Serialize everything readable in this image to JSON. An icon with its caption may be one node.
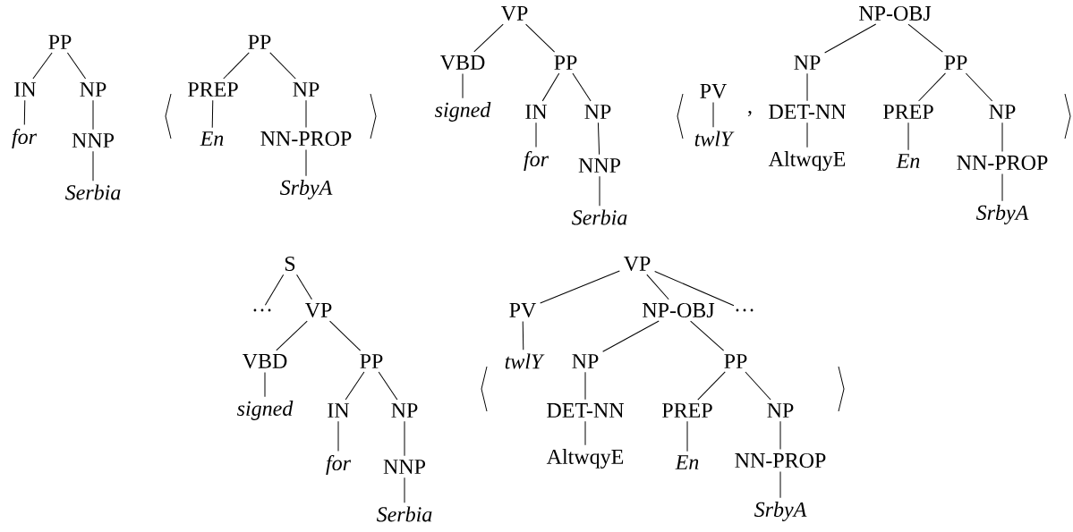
{
  "diagram": {
    "nodes": [
      {
        "text": [
          "PP"
        ]
      },
      {
        "text": [
          "IN"
        ]
      },
      {
        "text": [
          "NP"
        ]
      },
      {
        "text": [
          "for"
        ]
      },
      {
        "text": [
          "NNP"
        ]
      },
      {
        "text": [
          "Serbia"
        ]
      },
      {
        "text": [
          "PP"
        ]
      },
      {
        "text": [
          "PREP"
        ]
      },
      {
        "text": [
          "NP"
        ]
      },
      {
        "text": [
          "En"
        ]
      },
      {
        "text": [
          "NN-PROP"
        ]
      },
      {
        "text": [
          "SrbyA"
        ]
      },
      {
        "text": [
          "VP"
        ]
      },
      {
        "text": [
          "VBD"
        ]
      },
      {
        "text": [
          "PP"
        ]
      },
      {
        "text": [
          "signed"
        ]
      },
      {
        "text": [
          "IN"
        ]
      },
      {
        "text": [
          "NP"
        ]
      },
      {
        "text": [
          "for"
        ]
      },
      {
        "text": [
          "NNP"
        ]
      },
      {
        "text": [
          "Serbia"
        ]
      },
      {
        "text": [
          "PV"
        ]
      },
      {
        "text": [
          "twlY"
        ]
      },
      {
        "text": [
          "NP-OBJ"
        ]
      },
      {
        "text": [
          "NP"
        ]
      },
      {
        "text": [
          "PP"
        ]
      },
      {
        "text": [
          "DET-NN"
        ]
      },
      {
        "text": [
          "AltwqyE"
        ]
      },
      {
        "text": [
          "PREP"
        ]
      },
      {
        "text": [
          "En"
        ]
      },
      {
        "text": [
          "NP"
        ]
      },
      {
        "text": [
          "NN-PROP"
        ]
      },
      {
        "text": [
          "SrbyA"
        ]
      },
      {
        "text": [
          "S"
        ]
      },
      {
        "text": [
          "…"
        ]
      },
      {
        "text": [
          "VP"
        ]
      },
      {
        "text": [
          "VBD"
        ]
      },
      {
        "text": [
          "PP"
        ]
      },
      {
        "text": [
          "signed"
        ]
      },
      {
        "text": [
          "IN"
        ]
      },
      {
        "text": [
          "NP"
        ]
      },
      {
        "text": [
          "for"
        ]
      },
      {
        "text": [
          "NNP"
        ]
      },
      {
        "text": [
          "Serbia"
        ]
      },
      {
        "text": [
          "VP"
        ]
      },
      {
        "text": [
          "PV"
        ]
      },
      {
        "text": [
          "NP-OBJ"
        ]
      },
      {
        "text": [
          "…"
        ]
      },
      {
        "text": [
          "twlY"
        ]
      },
      {
        "text": [
          "NP"
        ]
      },
      {
        "text": [
          "PP"
        ]
      },
      {
        "text": [
          "DET-NN"
        ]
      },
      {
        "text": [
          "PREP"
        ]
      },
      {
        "text": [
          "NP"
        ]
      },
      {
        "text": [
          "AltwqyE"
        ]
      },
      {
        "text": [
          "En"
        ]
      },
      {
        "text": [
          "NN-PROP"
        ]
      },
      {
        "text": [
          "SrbyA"
        ]
      }
    ],
    "edges": [
      {
        "from": 0,
        "to": 1,
        "arrow": "none"
      },
      {
        "from": 0,
        "to": 2,
        "arrow": "none"
      },
      {
        "from": 1,
        "to": 3,
        "arrow": "none"
      },
      {
        "from": 2,
        "to": 4,
        "arrow": "none"
      },
      {
        "from": 4,
        "to": 5,
        "arrow": "none"
      },
      {
        "from": 6,
        "to": 7,
        "arrow": "none"
      },
      {
        "from": 6,
        "to": 8,
        "arrow": "none"
      },
      {
        "from": 7,
        "to": 9,
        "arrow": "none"
      },
      {
        "from": 8,
        "to": 10,
        "arrow": "none"
      },
      {
        "from": 10,
        "to": 11,
        "arrow": "none"
      },
      {
        "from": 12,
        "to": 13,
        "arrow": "none"
      },
      {
        "from": 12,
        "to": 14,
        "arrow": "none"
      },
      {
        "from": 13,
        "to": 15,
        "arrow": "none"
      },
      {
        "from": 14,
        "to": 16,
        "arrow": "none"
      },
      {
        "from": 14,
        "to": 17,
        "arrow": "none"
      },
      {
        "from": 16,
        "to": 18,
        "arrow": "none"
      },
      {
        "from": 17,
        "to": 19,
        "arrow": "none"
      },
      {
        "from": 19,
        "to": 20,
        "arrow": "none"
      },
      {
        "from": 21,
        "to": 22,
        "arrow": "none"
      },
      {
        "from": 23,
        "to": 24,
        "arrow": "none"
      },
      {
        "from": 23,
        "to": 25,
        "arrow": "none"
      },
      {
        "from": 24,
        "to": 26,
        "arrow": "none"
      },
      {
        "from": 26,
        "to": 27,
        "arrow": "none"
      },
      {
        "from": 25,
        "to": 28,
        "arrow": "none"
      },
      {
        "from": 25,
        "to": 30,
        "arrow": "none"
      },
      {
        "from": 28,
        "to": 29,
        "arrow": "none"
      },
      {
        "from": 30,
        "to": 31,
        "arrow": "none"
      },
      {
        "from": 31,
        "to": 32,
        "arrow": "none"
      },
      {
        "from": 33,
        "to": 34,
        "arrow": "none"
      },
      {
        "from": 33,
        "to": 35,
        "arrow": "none"
      },
      {
        "from": 35,
        "to": 36,
        "arrow": "none"
      },
      {
        "from": 35,
        "to": 37,
        "arrow": "none"
      },
      {
        "from": 36,
        "to": 38,
        "arrow": "none"
      },
      {
        "from": 37,
        "to": 39,
        "arrow": "none"
      },
      {
        "from": 37,
        "to": 40,
        "arrow": "none"
      },
      {
        "from": 39,
        "to": 41,
        "arrow": "none"
      },
      {
        "from": 40,
        "to": 42,
        "arrow": "none"
      },
      {
        "from": 42,
        "to": 43,
        "arrow": "none"
      },
      {
        "from": 44,
        "to": 45,
        "arrow": "none"
      },
      {
        "from": 44,
        "to": 46,
        "arrow": "none"
      },
      {
        "from": 44,
        "to": 47,
        "arrow": "none"
      },
      {
        "from": 45,
        "to": 48,
        "arrow": "none"
      },
      {
        "from": 46,
        "to": 49,
        "arrow": "none"
      },
      {
        "from": 46,
        "to": 50,
        "arrow": "none"
      },
      {
        "from": 49,
        "to": 51,
        "arrow": "none"
      },
      {
        "from": 50,
        "to": 52,
        "arrow": "none"
      },
      {
        "from": 50,
        "to": 53,
        "arrow": "none"
      },
      {
        "from": 51,
        "to": 54,
        "arrow": "none"
      },
      {
        "from": 52,
        "to": 55,
        "arrow": "none"
      },
      {
        "from": 53,
        "to": 56,
        "arrow": "none"
      },
      {
        "from": 56,
        "to": 57,
        "arrow": "none"
      }
    ],
    "labels": [
      ","
    ]
  }
}
